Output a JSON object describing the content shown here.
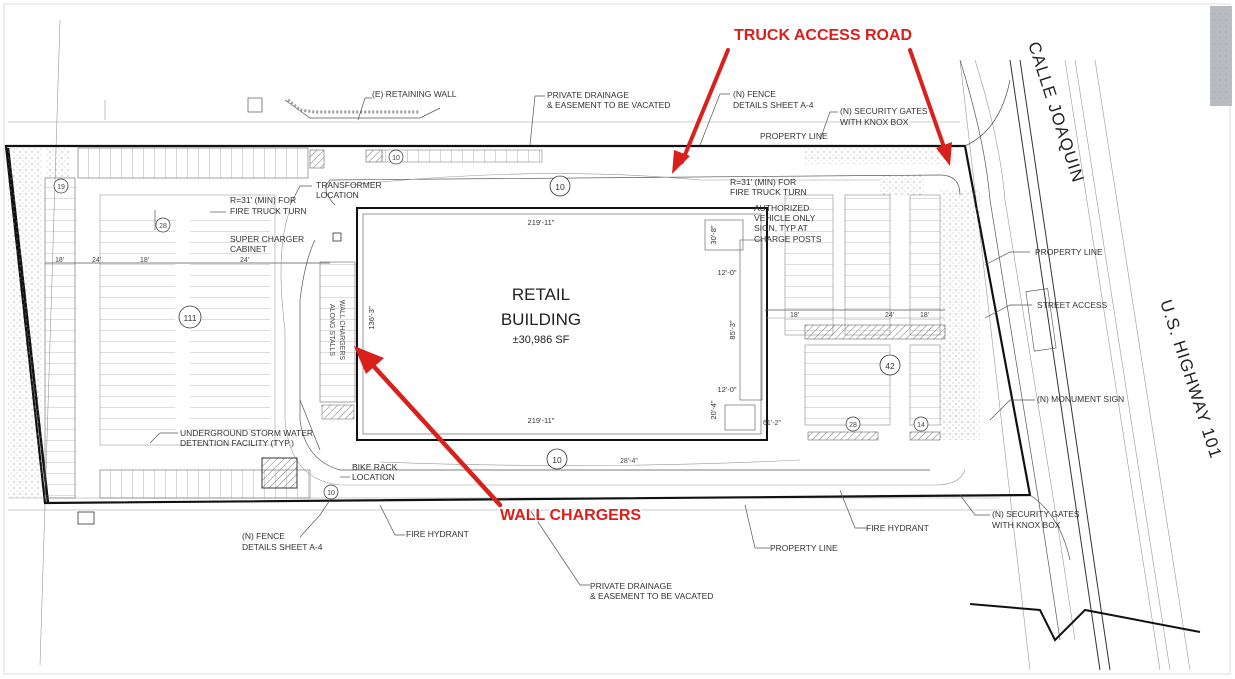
{
  "callouts": {
    "truck_access_road": "TRUCK ACCESS ROAD",
    "wall_chargers": "WALL CHARGERS"
  },
  "building": {
    "name_line1": "RETAIL",
    "name_line2": "BUILDING",
    "area": "±30,986 SF",
    "dim_top": "219'-11\"",
    "dim_bottom": "219'-11\"",
    "dim_left": "136'-3\"",
    "dim_right": "85'-3\"",
    "dim_right_top": "30'-8\"",
    "dim_right_bottom": "20'-4\"",
    "dim_12a": "12'-0\"",
    "dim_12b": "12'-0\""
  },
  "roads": {
    "calle": "CALLE JOAQUIN",
    "highway": "U.S. HIGHWAY 101"
  },
  "labels": {
    "retaining_wall": "(E) RETAINING WALL",
    "drainage_top_1": "PRIVATE DRAINAGE",
    "drainage_top_2": "& EASEMENT TO BE VACATED",
    "fence_top_1": "(N) FENCE",
    "fence_top_2": "DETAILS SHEET A-4",
    "security_top_1": "(N) SECURITY GATES",
    "security_top_2": "WITH KNOX BOX",
    "property_line_top": "PROPERTY LINE",
    "transformer_1": "TRANSFORMER",
    "transformer_2": "LOCATION",
    "fire_turn_left_1": "R=31' (MIN) FOR",
    "fire_turn_left_2": "FIRE TRUCK TURN",
    "fire_turn_right_1": "R=31' (MIN) FOR",
    "fire_turn_right_2": "FIRE TRUCK TURN",
    "supercharger_1": "SUPER CHARGER",
    "supercharger_2": "CABINET",
    "authorized_1": "AUTHORIZED",
    "authorized_2": "VEHICLE ONLY",
    "authorized_3": "SIGN, TYP AT",
    "authorized_4": "CHARGE POSTS",
    "wall_chargers_note_1": "WALL CHARGERS",
    "wall_chargers_note_2": "ALONG STALLS",
    "property_line_right": "PROPERTY LINE",
    "street_access": "STREET ACCESS",
    "monument_sign": "(N) MONUMENT SIGN",
    "storm_1": "UNDERGROUND STORM WATER",
    "storm_2": "DETENTION FACILITY (TYP.)",
    "bike_1": "BIKE RACK",
    "bike_2": "LOCATION",
    "fence_bottom_1": "(N) FENCE",
    "fence_bottom_2": "DETAILS SHEET A-4",
    "fire_hydrant_left": "FIRE HYDRANT",
    "fire_hydrant_right": "FIRE HYDRANT",
    "property_line_bottom": "PROPERTY LINE",
    "drainage_bottom_1": "PRIVATE DRAINAGE",
    "drainage_bottom_2": "& EASEMENT TO BE VACATED",
    "security_bottom_1": "(N) SECURITY GATES",
    "security_bottom_2": "WITH KNOX BOX"
  },
  "stall_counts": {
    "left_lot": "111",
    "right_lot": "42",
    "top_aisle": "10",
    "bottom_aisle": "10",
    "row_a": "19",
    "row_b": "28",
    "row_c": "28",
    "row_d": "14",
    "small_a": "10",
    "small_b": "10"
  },
  "dimensions": {
    "d24a": "24'",
    "d18a": "18'",
    "d18b": "18'",
    "d24b": "24'",
    "d18c": "18'",
    "d24c": "24'",
    "d18d": "18'",
    "d28": "28'-4\"",
    "d61": "61'-2\""
  },
  "colors": {
    "callout": "#d8201c",
    "linework": "#333333",
    "hatch": "#777777"
  }
}
